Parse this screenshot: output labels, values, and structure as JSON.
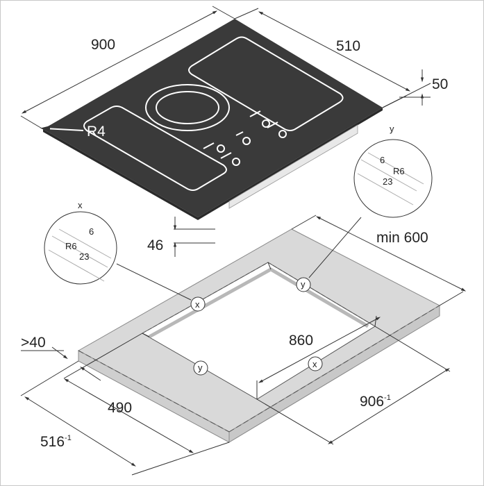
{
  "dimensions": {
    "width_900": "900",
    "depth_510": "510",
    "height_50": "50",
    "radius_r4": "R4",
    "height_46": "46",
    "min_600": "min 600",
    "gt_40": ">40",
    "cutout_860": "860",
    "cutout_490": "490",
    "outer_906": "906",
    "outer_906_sup": "-1",
    "outer_516": "516",
    "outer_516_sup": "-1"
  },
  "detail_x": {
    "label": "x",
    "dim_6": "6",
    "dim_r6": "R6",
    "dim_23": "23"
  },
  "detail_y": {
    "label": "y",
    "dim_6": "6",
    "dim_r6": "R6",
    "dim_23": "23"
  },
  "markers": {
    "x": "x",
    "y": "y"
  },
  "colors": {
    "hob": "#3a3a3a",
    "zone_line": "#ffffff",
    "counter": "#d9d9d9",
    "counter_edge": "#555555",
    "line": "#333333"
  }
}
